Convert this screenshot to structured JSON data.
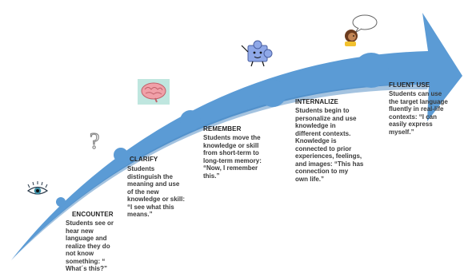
{
  "diagram": {
    "arrow_color": "#5b9bd5",
    "node_color": "#5b9bd5",
    "stages": [
      {
        "id": "encounter",
        "title": "ENCOUNTER",
        "description": "Students see or\nhear new\nlanguage and\nrealize they do\nnot know\nsomething: “\n What´s this?”",
        "icon": "eye-icon"
      },
      {
        "id": "clarify",
        "title": "CLARIFY",
        "description": " Students\ndistinguish the\nmeaning and use\nof the new\nknowledge or skill:\n“I see what this\nmeans.”",
        "icon": "question-mark-icon"
      },
      {
        "id": "remember",
        "title": "REMEMBER",
        "description": "Students move the\nknowledge or skill\nfrom short-term to\nlong-term memory:\n“Now, I remember\nthis.”",
        "icon": "brain-icon"
      },
      {
        "id": "internalize",
        "title": "INTERNALIZE",
        "description": "Students begin to\npersonalize and use\nknowledge in\ndifferent contexts.\nKnowledge is\nconnected to prior\nexperiences, feelings,\nand images: “This has\nconnection to my\nown life.”",
        "icon": "puzzle-piece-icon"
      },
      {
        "id": "fluent_use",
        "title": "FLUENT USE",
        "description": "Students can use\nthe target language\nfluently in real-life\ncontexts: “I can\neasily express\nmyself.”",
        "icon": "speaking-person-icon"
      }
    ]
  }
}
